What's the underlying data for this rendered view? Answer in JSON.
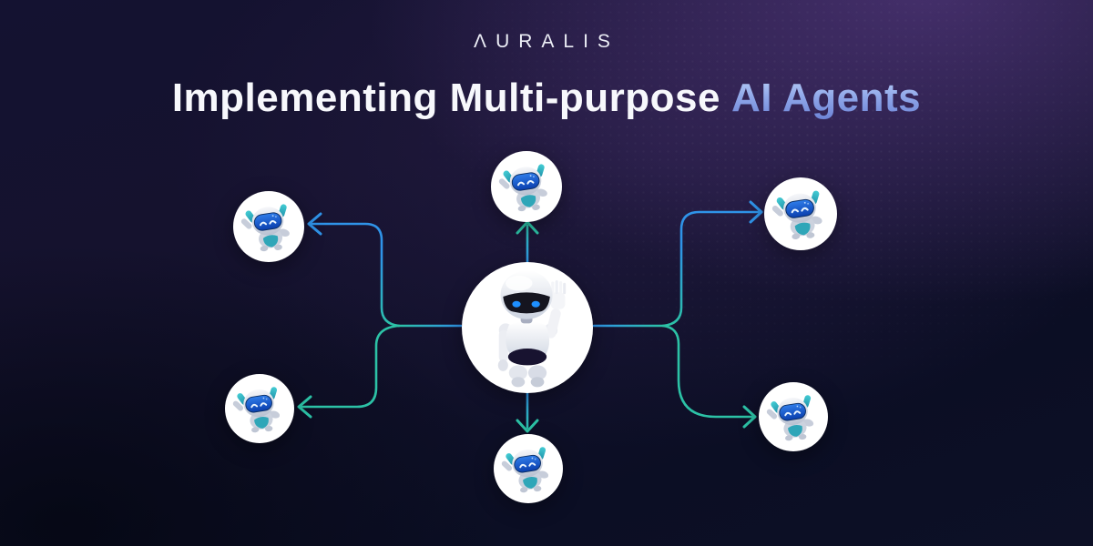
{
  "brand": {
    "logo_text": "ΛURALIS"
  },
  "heading": {
    "main": "Implementing Multi-purpose",
    "accent": "AI Agents"
  },
  "colors": {
    "background_dark": "#0b0e24",
    "background_purple": "#3c2b57",
    "line_blue": "#2F93E8",
    "line_teal": "#2CC2A6",
    "accent_text_top": "#bdd2f8",
    "accent_text_bottom": "#6c83d6",
    "node_fill": "#ffffff",
    "robot_face_blue": "#1660d8",
    "robot_teal": "#2fa6b8"
  },
  "diagram": {
    "center_node": {
      "id": "center",
      "icon": "robot-mascot-icon"
    },
    "satellites": [
      {
        "id": "top",
        "icon": "mini-robot-icon"
      },
      {
        "id": "left-top",
        "icon": "mini-robot-icon"
      },
      {
        "id": "left-bottom",
        "icon": "mini-robot-icon"
      },
      {
        "id": "bottom",
        "icon": "mini-robot-icon"
      },
      {
        "id": "right-top",
        "icon": "mini-robot-icon"
      },
      {
        "id": "right-bottom",
        "icon": "mini-robot-icon"
      }
    ]
  }
}
